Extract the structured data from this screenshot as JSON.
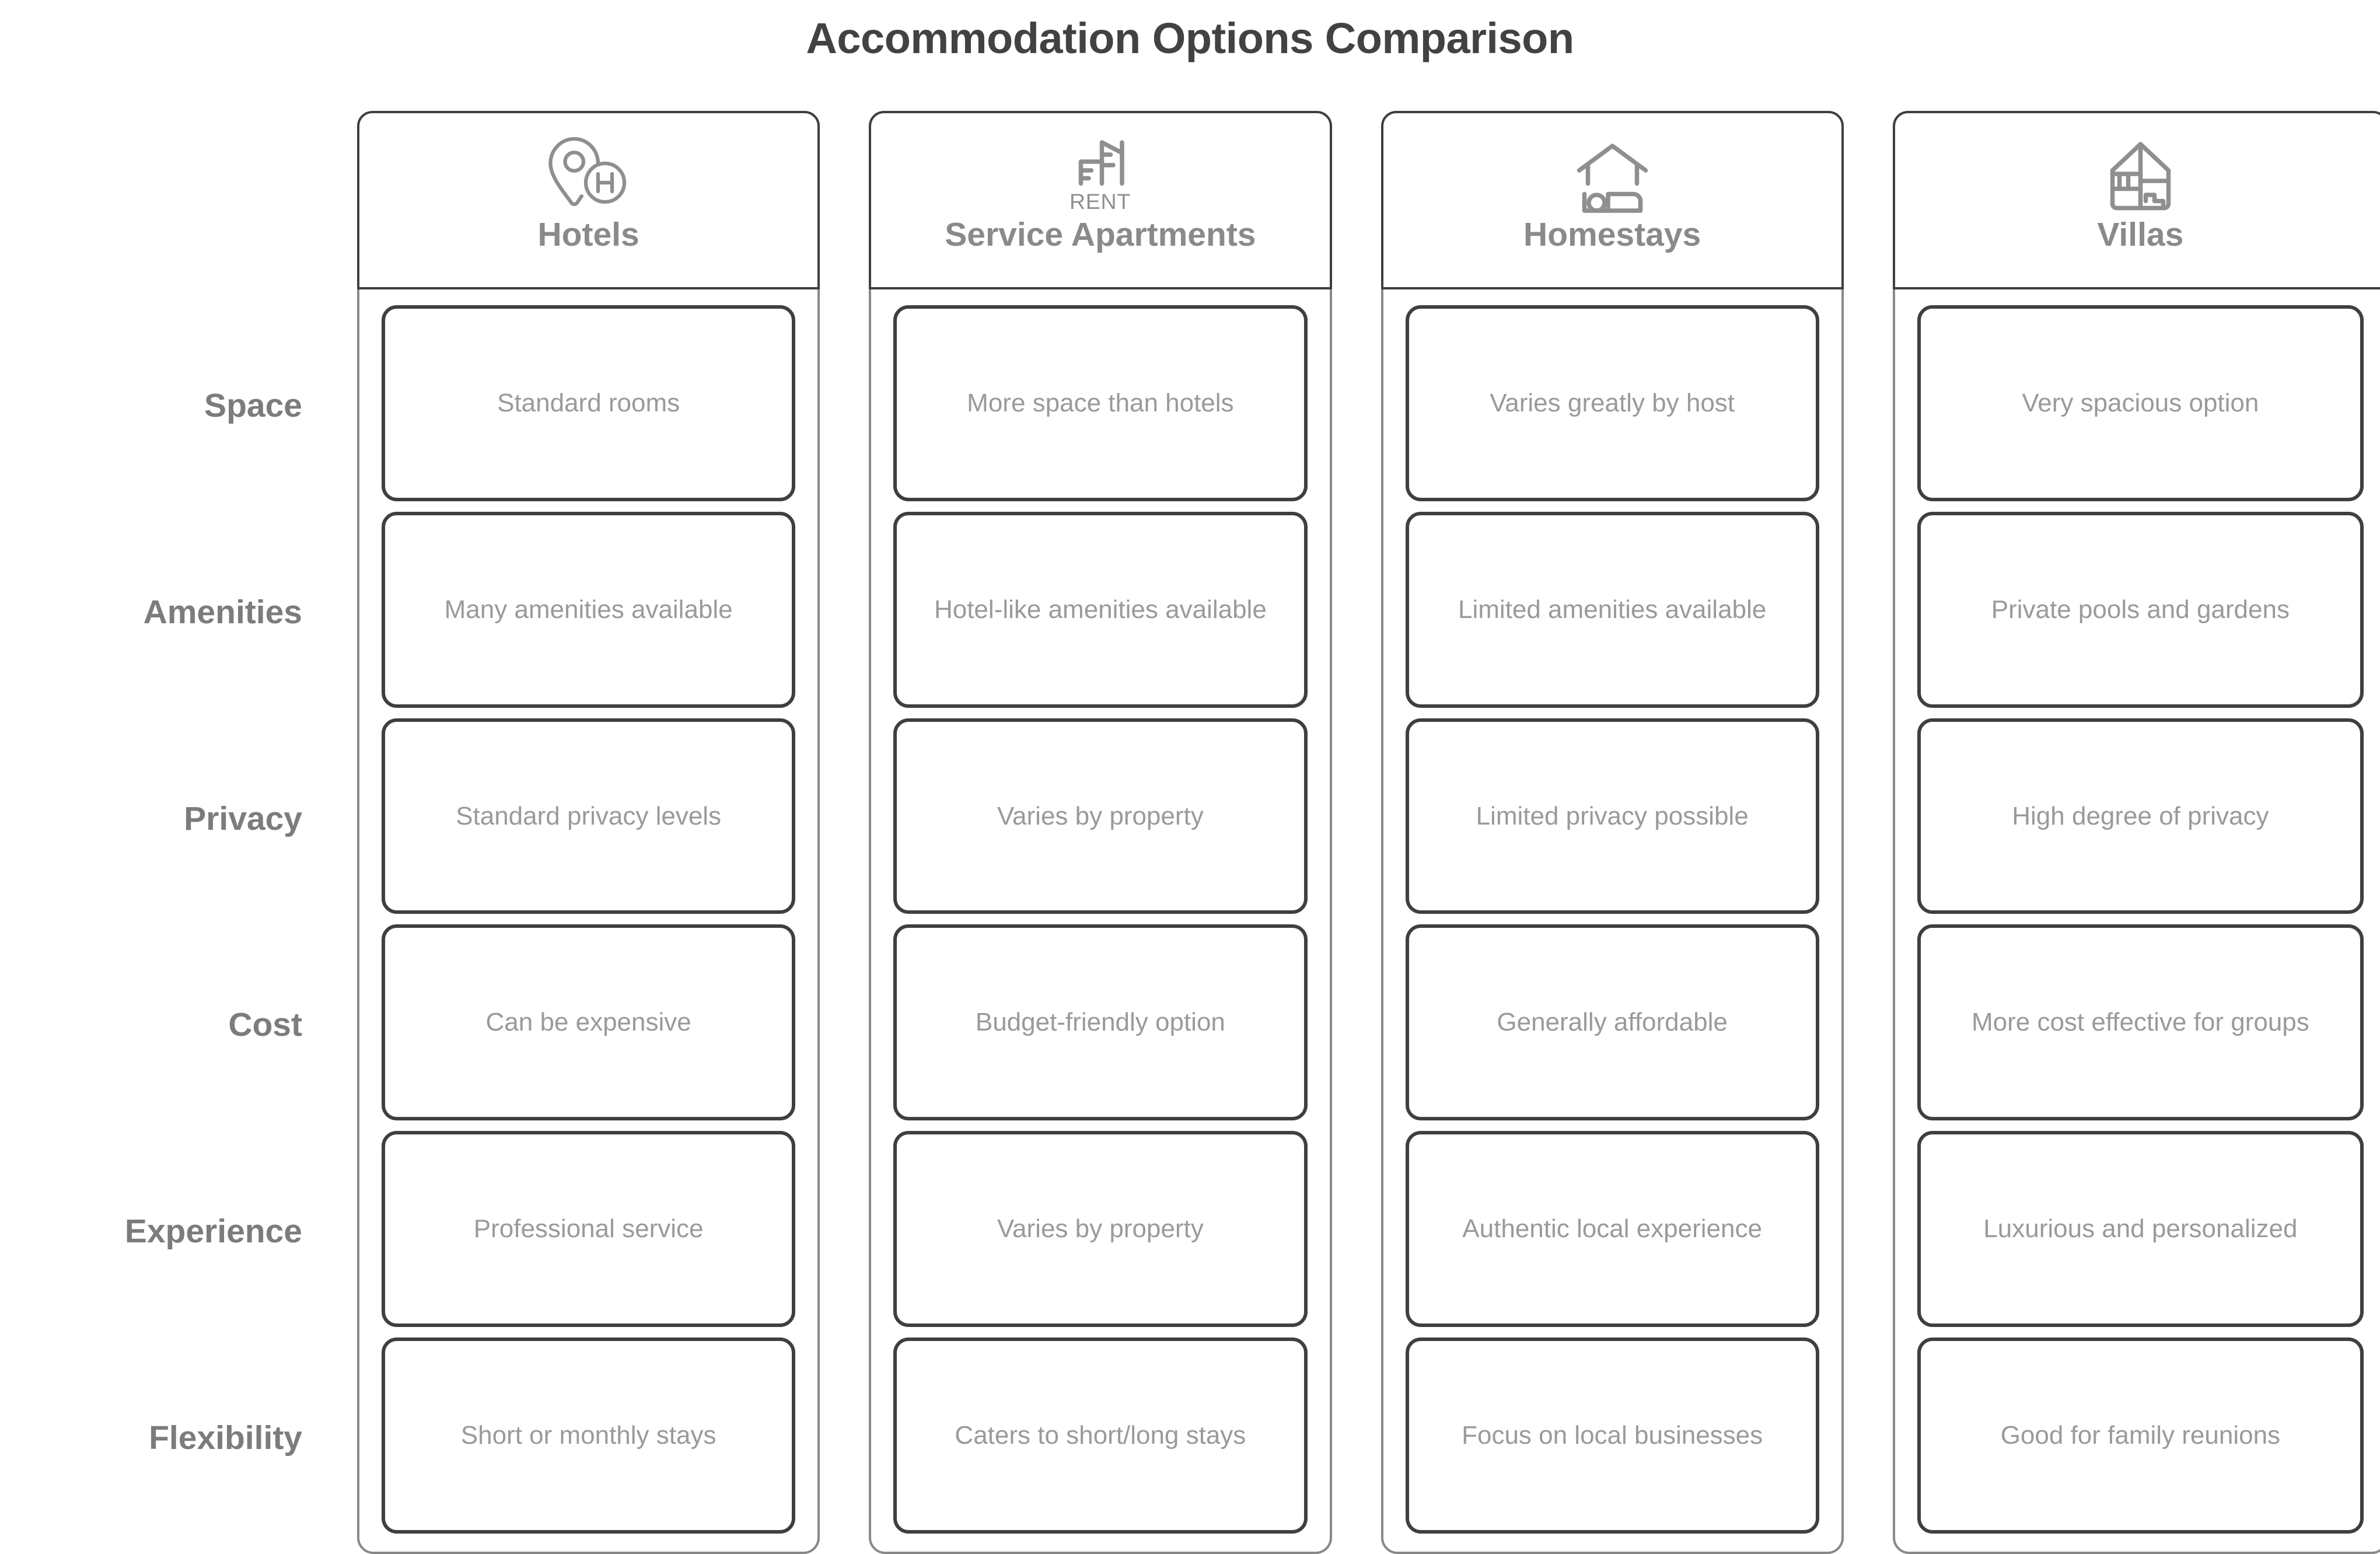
{
  "title": "Accommodation Options Comparison",
  "colors": {
    "title_text": "#424242",
    "header_text": "#8a8a8a",
    "row_label_text": "#7c7c7c",
    "cell_text": "#9a9a9a",
    "cell_border": "#3f3f3f",
    "card_border": "#888888",
    "icon_stroke": "#8f8f8f",
    "background": "#ffffff"
  },
  "row_labels": [
    "Space",
    "Amenities",
    "Privacy",
    "Cost",
    "Experience",
    "Flexibility"
  ],
  "columns": [
    {
      "name": "Hotels",
      "icon": "map-pin-hotel-icon",
      "cells": [
        "Standard rooms",
        "Many amenities available",
        "Standard privacy levels",
        "Can be expensive",
        "Professional service",
        "Short or monthly stays"
      ]
    },
    {
      "name": "Service Apartments",
      "icon": "rent-buildings-icon",
      "icon_caption": "RENT",
      "cells": [
        "More space than hotels",
        "Hotel-like amenities available",
        "Varies by property",
        "Budget-friendly option",
        "Varies by property",
        "Caters to short/long stays"
      ]
    },
    {
      "name": "Homestays",
      "icon": "house-bed-icon",
      "cells": [
        "Varies greatly by host",
        "Limited amenities available",
        "Limited privacy possible",
        "Generally affordable",
        "Authentic local experience",
        "Focus on local businesses"
      ]
    },
    {
      "name": "Villas",
      "icon": "villa-house-icon",
      "cells": [
        "Very spacious option",
        "Private pools and gardens",
        "High degree of privacy",
        "More cost effective for groups",
        "Luxurious and personalized",
        "Good for family reunions"
      ]
    }
  ],
  "chart_data": {
    "type": "table",
    "title": "Accommodation Options Comparison",
    "categories": [
      "Hotels",
      "Service Apartments",
      "Homestays",
      "Villas"
    ],
    "row_headers": [
      "Space",
      "Amenities",
      "Privacy",
      "Cost",
      "Experience",
      "Flexibility"
    ],
    "rows": [
      [
        "Standard rooms",
        "More space than hotels",
        "Varies greatly by host",
        "Very spacious option"
      ],
      [
        "Many amenities available",
        "Hotel-like amenities available",
        "Limited amenities available",
        "Private pools and gardens"
      ],
      [
        "Standard privacy levels",
        "Varies by property",
        "Limited privacy possible",
        "High degree of privacy"
      ],
      [
        "Can be expensive",
        "Budget-friendly option",
        "Generally affordable",
        "More cost effective for groups"
      ],
      [
        "Professional service",
        "Varies by property",
        "Authentic local experience",
        "Luxurious and personalized"
      ],
      [
        "Short or monthly stays",
        "Caters to short/long stays",
        "Focus on local businesses",
        "Good for family reunions"
      ]
    ],
    "xlabel": "",
    "ylabel": "",
    "legend": []
  }
}
